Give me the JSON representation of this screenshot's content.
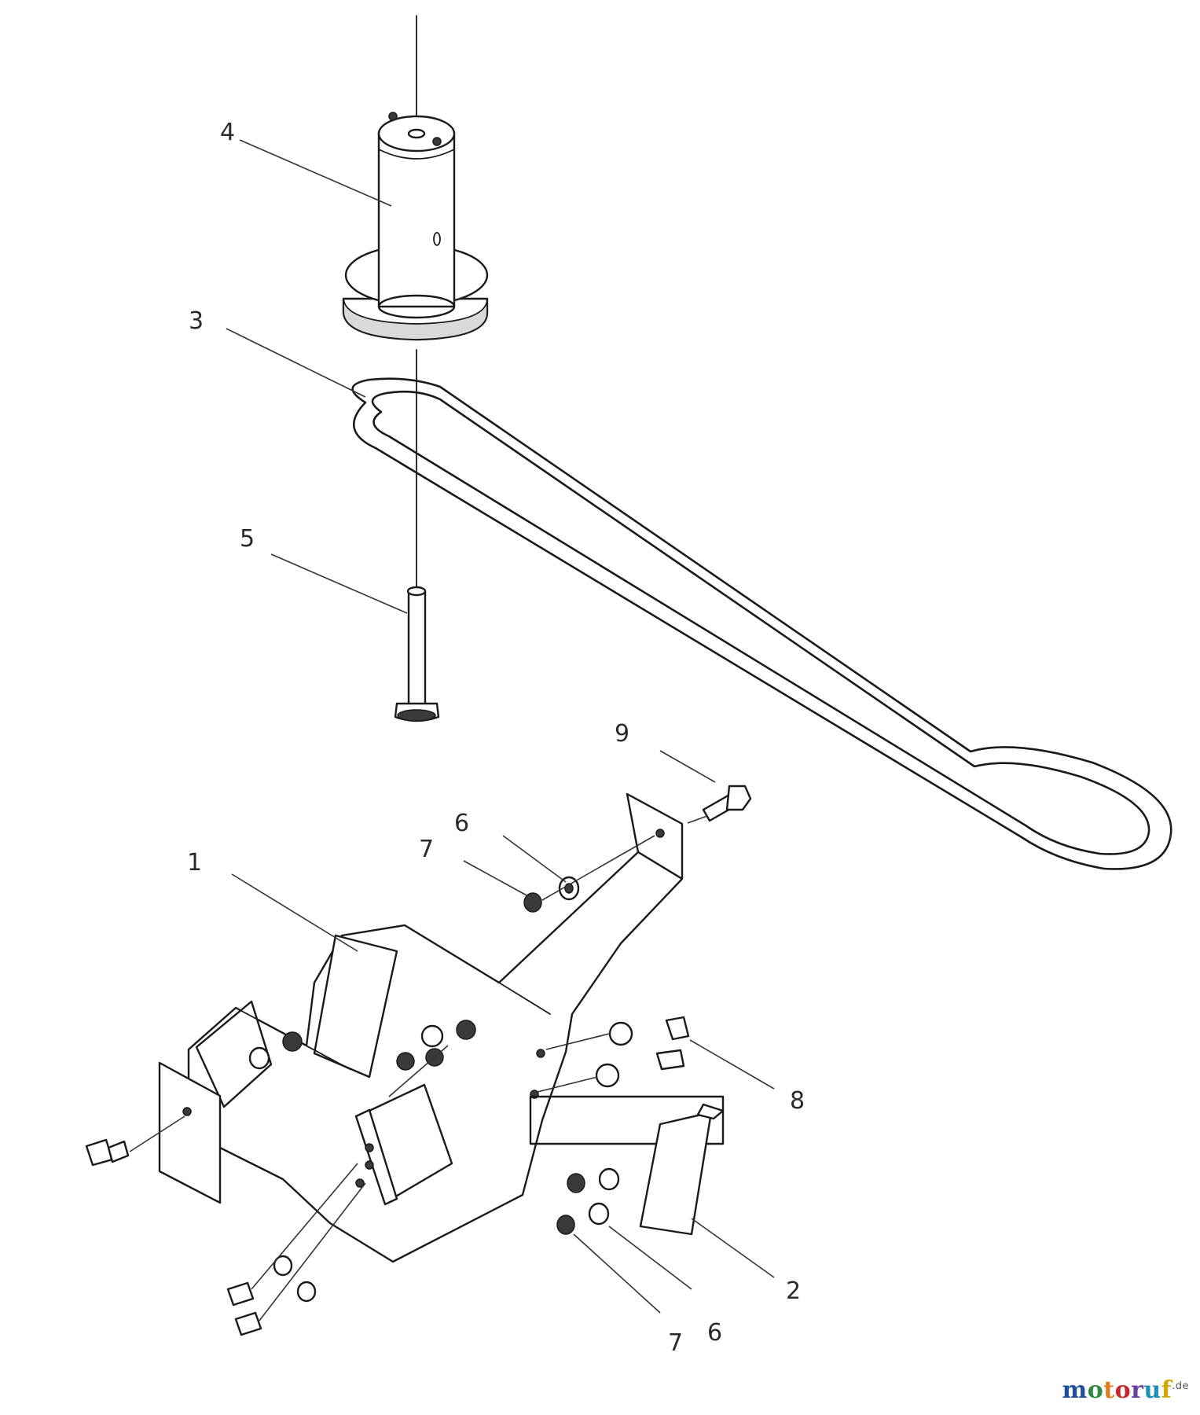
{
  "callouts": {
    "c1": "1",
    "c2": "2",
    "c3": "3",
    "c4": "4",
    "c5": "5",
    "c6a": "6",
    "c6b": "6",
    "c7a": "7",
    "c7b": "7",
    "c8": "8",
    "c9": "9"
  },
  "watermark": {
    "letters": [
      "m",
      "o",
      "t",
      "o",
      "r",
      "u",
      "f"
    ],
    "colors": [
      "#1f4e9e",
      "#2e8b3d",
      "#e07b1a",
      "#c62828",
      "#6a3fa0",
      "#1f8fb5",
      "#d8a400"
    ],
    "suffix": ".de"
  }
}
